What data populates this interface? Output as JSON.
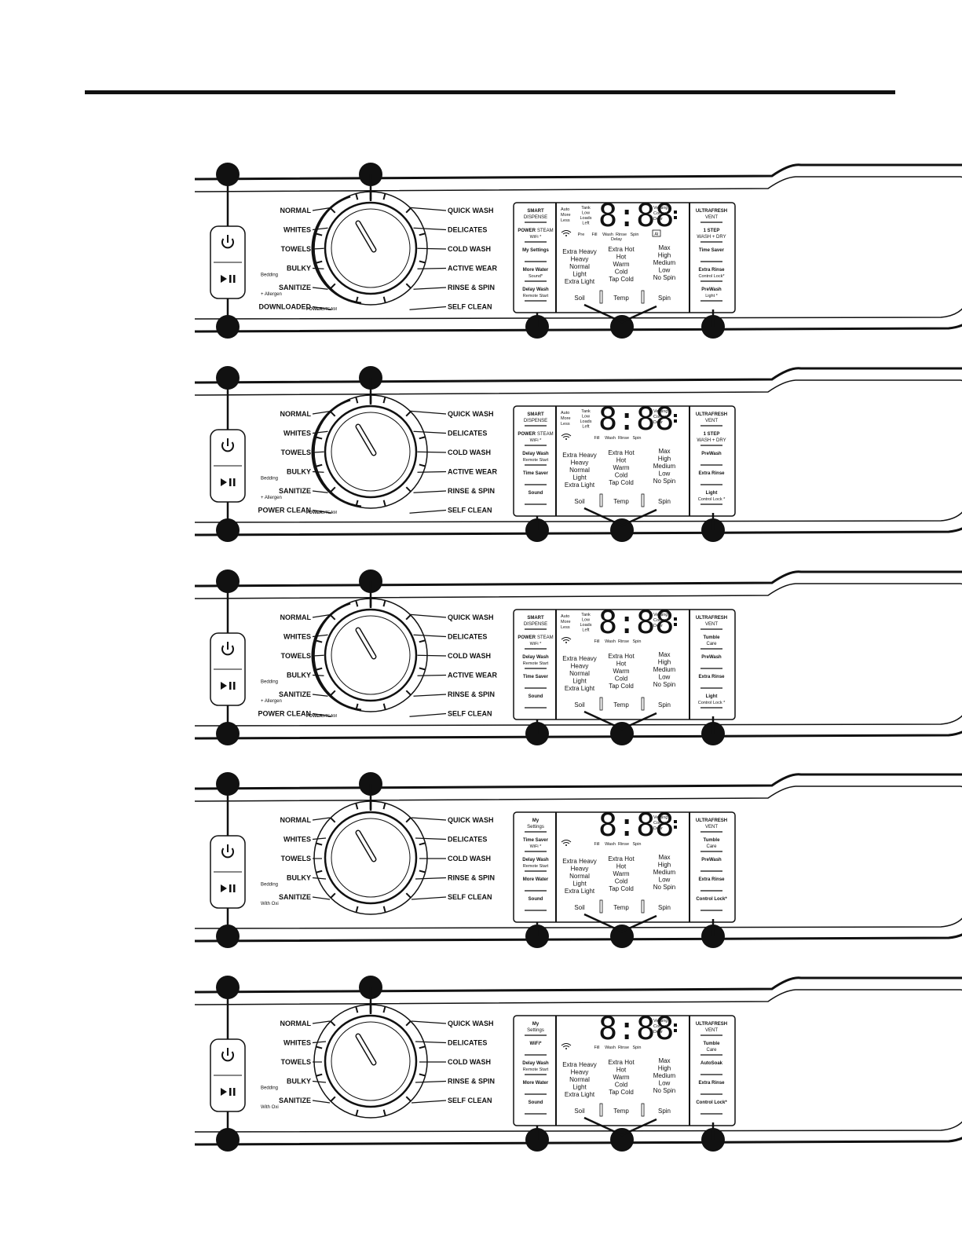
{
  "icons": {
    "power": "power-icon",
    "start_pause": "play-pause-icon",
    "wifi": "wifi-icon",
    "lock": "lock-icon"
  },
  "display_digits": "8:88",
  "panels": [
    {
      "cycles_left": [
        {
          "label": "NORMAL"
        },
        {
          "label": "WHITES"
        },
        {
          "label": "TOWELS"
        },
        {
          "label": "BULKY",
          "sub": "Bedding"
        },
        {
          "label": "SANITIZE",
          "sub": "+ Allergen"
        },
        {
          "label": "DOWNLOADED"
        }
      ],
      "cycles_right": [
        "QUICK WASH",
        "DELICATES",
        "COLD WASH",
        "ACTIVE WEAR",
        "RINSE & SPIN",
        "SELF CLEAN"
      ],
      "power_steam": {
        "a": "POWER",
        "b": "STEAM"
      },
      "left_buttons": [
        {
          "label": "SMART",
          "label2": "DISPENSE"
        },
        {
          "label": "POWER",
          "label_b": "STEAM",
          "sub": "WiFi *"
        },
        {
          "label": "My Settings"
        },
        {
          "label": "More Water",
          "sub": "Sound*"
        },
        {
          "label": "Delay Wash",
          "sub": "Remote Start"
        }
      ],
      "indicators_top": [
        "Auto",
        "More",
        "Less"
      ],
      "tank_lines": [
        "Tank",
        "Low",
        "Loads",
        "Left"
      ],
      "status_lines": [
        "Venting",
        "Control",
        "Door"
      ],
      "stage_labels": [
        "Pre",
        "Fill",
        "Wash",
        "Rinse",
        "Spin"
      ],
      "stage_sub": "Delay",
      "ai_badge": "AI",
      "soil_options": [
        "Extra Heavy",
        "Heavy",
        "Normal",
        "Light",
        "Extra Light"
      ],
      "temp_options": [
        "Extra Hot",
        "Hot",
        "Warm",
        "Cold",
        "Tap Cold"
      ],
      "spin_options": [
        "Max",
        "High",
        "Medium",
        "Low",
        "No Spin"
      ],
      "column_buttons": [
        "Soil",
        "Temp",
        "Spin"
      ],
      "right_buttons": [
        {
          "label": "ULTRAFRESH",
          "label2": "VENT"
        },
        {
          "label": "1 STEP",
          "label2": "WASH + DRY"
        },
        {
          "label": "Time Saver"
        },
        {
          "label": "Extra Rinse",
          "sub": "Control Lock*"
        },
        {
          "label": "PreWash",
          "sub": "Light *"
        }
      ]
    },
    {
      "cycles_left": [
        {
          "label": "NORMAL"
        },
        {
          "label": "WHITES"
        },
        {
          "label": "TOWELS"
        },
        {
          "label": "BULKY",
          "sub": "Bedding"
        },
        {
          "label": "SANITIZE",
          "sub": "+ Allergen"
        },
        {
          "label": "POWER CLEAN"
        }
      ],
      "cycles_right": [
        "QUICK WASH",
        "DELICATES",
        "COLD WASH",
        "ACTIVE WEAR",
        "RINSE & SPIN",
        "SELF CLEAN"
      ],
      "power_steam": {
        "a": "POWER",
        "b": "STEAM"
      },
      "left_buttons": [
        {
          "label": "SMART",
          "label2": "DISPENSE"
        },
        {
          "label": "POWER",
          "label_b": "STEAM",
          "sub": "WiFi *"
        },
        {
          "label": "Delay Wash",
          "sub": "Remote Start"
        },
        {
          "label": "Time Saver"
        },
        {
          "label": "Sound"
        }
      ],
      "indicators_top": [
        "Auto",
        "More",
        "Less"
      ],
      "tank_lines": [
        "Tank",
        "Low",
        "Loads",
        "Left"
      ],
      "status_lines": [
        "Venting",
        "Control",
        "Door"
      ],
      "stage_labels": [
        "Fill",
        "Wash",
        "Rinse",
        "Spin"
      ],
      "soil_options": [
        "Extra Heavy",
        "Heavy",
        "Normal",
        "Light",
        "Extra Light"
      ],
      "temp_options": [
        "Extra Hot",
        "Hot",
        "Warm",
        "Cold",
        "Tap Cold"
      ],
      "spin_options": [
        "Max",
        "High",
        "Medium",
        "Low",
        "No Spin"
      ],
      "column_buttons": [
        "Soil",
        "Temp",
        "Spin"
      ],
      "right_buttons": [
        {
          "label": "ULTRAFRESH",
          "label2": "VENT"
        },
        {
          "label": "1 STEP",
          "label2": "WASH + DRY"
        },
        {
          "label": "PreWash"
        },
        {
          "label": "Extra Rinse"
        },
        {
          "label": "Light",
          "sub": "Control Lock *"
        }
      ]
    },
    {
      "cycles_left": [
        {
          "label": "NORMAL"
        },
        {
          "label": "WHITES"
        },
        {
          "label": "TOWELS"
        },
        {
          "label": "BULKY",
          "sub": "Bedding"
        },
        {
          "label": "SANITIZE",
          "sub": "+ Allergen"
        },
        {
          "label": "POWER CLEAN"
        }
      ],
      "cycles_right": [
        "QUICK WASH",
        "DELICATES",
        "COLD WASH",
        "ACTIVE WEAR",
        "RINSE & SPIN",
        "SELF CLEAN"
      ],
      "power_steam": {
        "a": "POWER",
        "b": "STEAM"
      },
      "left_buttons": [
        {
          "label": "SMART",
          "label2": "DISPENSE"
        },
        {
          "label": "POWER",
          "label_b": "STEAM",
          "sub": "WiFi *"
        },
        {
          "label": "Delay Wash",
          "sub": "Remote Start"
        },
        {
          "label": "Time Saver"
        },
        {
          "label": "Sound"
        }
      ],
      "indicators_top": [
        "Auto",
        "More",
        "Less"
      ],
      "tank_lines": [
        "Tank",
        "Low",
        "Loads",
        "Left"
      ],
      "status_lines": [
        "Venting",
        "Control",
        "Door"
      ],
      "stage_labels": [
        "Fill",
        "Wash",
        "Rinse",
        "Spin"
      ],
      "soil_options": [
        "Extra Heavy",
        "Heavy",
        "Normal",
        "Light",
        "Extra Light"
      ],
      "temp_options": [
        "Extra Hot",
        "Hot",
        "Warm",
        "Cold",
        "Tap Cold"
      ],
      "spin_options": [
        "Max",
        "High",
        "Medium",
        "Low",
        "No Spin"
      ],
      "column_buttons": [
        "Soil",
        "Temp",
        "Spin"
      ],
      "right_buttons": [
        {
          "label": "ULTRAFRESH",
          "label2": "VENT"
        },
        {
          "label": "Tumble",
          "label2": "Care"
        },
        {
          "label": "PreWash"
        },
        {
          "label": "Extra Rinse"
        },
        {
          "label": "Light",
          "sub": "Control Lock *"
        }
      ]
    },
    {
      "cycles_left": [
        {
          "label": "NORMAL"
        },
        {
          "label": "WHITES"
        },
        {
          "label": "TOWELS"
        },
        {
          "label": "BULKY",
          "sub": "Bedding"
        },
        {
          "label": "SANITIZE",
          "sub": "With Oxi"
        }
      ],
      "cycles_right": [
        "QUICK WASH",
        "DELICATES",
        "COLD WASH",
        "RINSE & SPIN",
        "SELF CLEAN"
      ],
      "left_buttons": [
        {
          "label": "My",
          "label2": "Settings"
        },
        {
          "label": "Time Saver",
          "sub": "WiFi *"
        },
        {
          "label": "Delay Wash",
          "sub": "Remote Start"
        },
        {
          "label": "More Water"
        },
        {
          "label": "Sound"
        }
      ],
      "status_lines": [
        "Venting",
        "Control",
        "Door"
      ],
      "stage_labels": [
        "Fill",
        "Wash",
        "Rinse",
        "Spin"
      ],
      "soil_options": [
        "Extra Heavy",
        "Heavy",
        "Normal",
        "Light",
        "Extra Light"
      ],
      "temp_options": [
        "Extra Hot",
        "Hot",
        "Warm",
        "Cold",
        "Tap Cold"
      ],
      "spin_options": [
        "Max",
        "High",
        "Medium",
        "Low",
        "No Spin"
      ],
      "column_buttons": [
        "Soil",
        "Temp",
        "Spin"
      ],
      "right_buttons": [
        {
          "label": "ULTRAFRESH",
          "label2": "VENT"
        },
        {
          "label": "Tumble",
          "label2": "Care"
        },
        {
          "label": "PreWash"
        },
        {
          "label": "Extra Rinse"
        },
        {
          "label": "Control Lock*"
        }
      ]
    },
    {
      "cycles_left": [
        {
          "label": "NORMAL"
        },
        {
          "label": "WHITES"
        },
        {
          "label": "TOWELS"
        },
        {
          "label": "BULKY",
          "sub": "Bedding"
        },
        {
          "label": "SANITIZE",
          "sub": "With Oxi"
        }
      ],
      "cycles_right": [
        "QUICK WASH",
        "DELICATES",
        "COLD WASH",
        "RINSE & SPIN",
        "SELF CLEAN"
      ],
      "left_buttons": [
        {
          "label": "My",
          "label2": "Settings"
        },
        {
          "label": "WiFi*"
        },
        {
          "label": "Delay Wash",
          "sub": "Remote Start"
        },
        {
          "label": "More Water"
        },
        {
          "label": "Sound"
        }
      ],
      "status_lines": [
        "Venting",
        "Control",
        "Door"
      ],
      "stage_labels": [
        "Fill",
        "Wash",
        "Rinse",
        "Spin"
      ],
      "soil_options": [
        "Extra Heavy",
        "Heavy",
        "Normal",
        "Light",
        "Extra Light"
      ],
      "temp_options": [
        "Extra Hot",
        "Hot",
        "Warm",
        "Cold",
        "Tap Cold"
      ],
      "spin_options": [
        "Max",
        "High",
        "Medium",
        "Low",
        "No Spin"
      ],
      "column_buttons": [
        "Soil",
        "Temp",
        "Spin"
      ],
      "right_buttons": [
        {
          "label": "ULTRAFRESH",
          "label2": "VENT"
        },
        {
          "label": "Tumble",
          "label2": "Care"
        },
        {
          "label": "AutoSoak"
        },
        {
          "label": "Extra Rinse"
        },
        {
          "label": "Control Lock*"
        }
      ]
    }
  ]
}
